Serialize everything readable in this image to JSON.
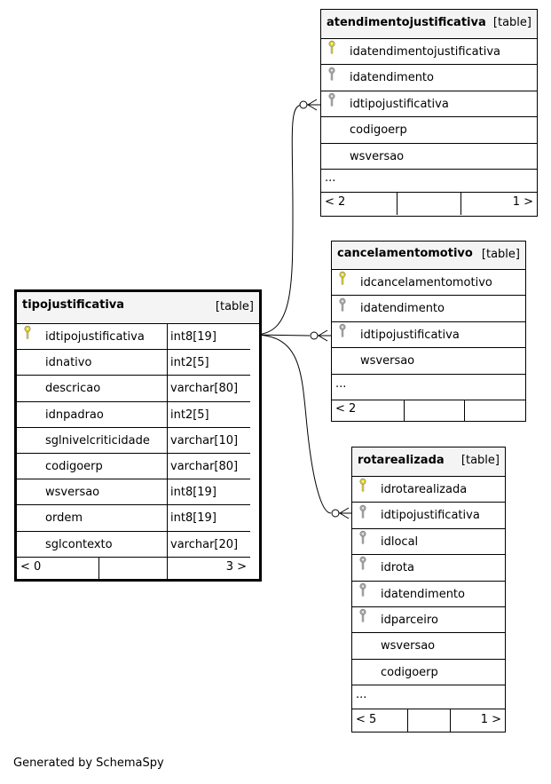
{
  "tables": {
    "tipojustificativa": {
      "name": "tipojustificativa",
      "kind": "[table]",
      "columns": [
        {
          "name": "idtipojustificativa",
          "type": "int8[19]",
          "key": "primary"
        },
        {
          "name": "idnativo",
          "type": "int2[5]",
          "key": "none"
        },
        {
          "name": "descricao",
          "type": "varchar[80]",
          "key": "none"
        },
        {
          "name": "idnpadrao",
          "type": "int2[5]",
          "key": "none"
        },
        {
          "name": "sglnivelcriticidade",
          "type": "varchar[10]",
          "key": "none"
        },
        {
          "name": "codigoerp",
          "type": "varchar[80]",
          "key": "none"
        },
        {
          "name": "wsversao",
          "type": "int8[19]",
          "key": "none"
        },
        {
          "name": "ordem",
          "type": "int8[19]",
          "key": "none"
        },
        {
          "name": "sglcontexto",
          "type": "varchar[20]",
          "key": "none"
        }
      ],
      "footer": {
        "parents": "< 0",
        "children": "3 >"
      }
    },
    "atendimentojustificativa": {
      "name": "atendimentojustificativa",
      "kind": "[table]",
      "columns": [
        {
          "name": "idatendimentojustificativa",
          "key": "primary"
        },
        {
          "name": "idatendimento",
          "key": "foreign"
        },
        {
          "name": "idtipojustificativa",
          "key": "foreign"
        },
        {
          "name": "codigoerp",
          "key": "none"
        },
        {
          "name": "wsversao",
          "key": "none"
        }
      ],
      "ellipsis": "...",
      "footer": {
        "parents": "< 2",
        "children": "1 >"
      }
    },
    "cancelamentomotivo": {
      "name": "cancelamentomotivo",
      "kind": "[table]",
      "columns": [
        {
          "name": "idcancelamentomotivo",
          "key": "primary"
        },
        {
          "name": "idatendimento",
          "key": "foreign"
        },
        {
          "name": "idtipojustificativa",
          "key": "foreign"
        },
        {
          "name": "wsversao",
          "key": "none"
        }
      ],
      "ellipsis": "...",
      "footer": {
        "parents": "< 2",
        "children": ""
      }
    },
    "rotarealizada": {
      "name": "rotarealizada",
      "kind": "[table]",
      "columns": [
        {
          "name": "idrotarealizada",
          "key": "primary"
        },
        {
          "name": "idtipojustificativa",
          "key": "foreign"
        },
        {
          "name": "idlocal",
          "key": "foreign"
        },
        {
          "name": "idrota",
          "key": "foreign"
        },
        {
          "name": "idatendimento",
          "key": "foreign"
        },
        {
          "name": "idparceiro",
          "key": "foreign"
        },
        {
          "name": "wsversao",
          "key": "none"
        },
        {
          "name": "codigoerp",
          "key": "none"
        }
      ],
      "ellipsis": "...",
      "footer": {
        "parents": "< 5",
        "children": "1 >"
      }
    }
  },
  "relationships": [
    {
      "from": "tipojustificativa.idtipojustificativa",
      "to": "atendimentojustificativa.idtipojustificativa"
    },
    {
      "from": "tipojustificativa.idtipojustificativa",
      "to": "cancelamentomotivo.idtipojustificativa"
    },
    {
      "from": "tipojustificativa.idtipojustificativa",
      "to": "rotarealizada.idtipojustificativa"
    }
  ],
  "colors": {
    "primary_key": "#e0d020",
    "foreign_key": "#a8a8a8",
    "header_bg": "#f4f4f4"
  },
  "icons": {
    "primary_key": "key-icon",
    "foreign_key": "key-icon"
  },
  "credit": "Generated by SchemaSpy"
}
